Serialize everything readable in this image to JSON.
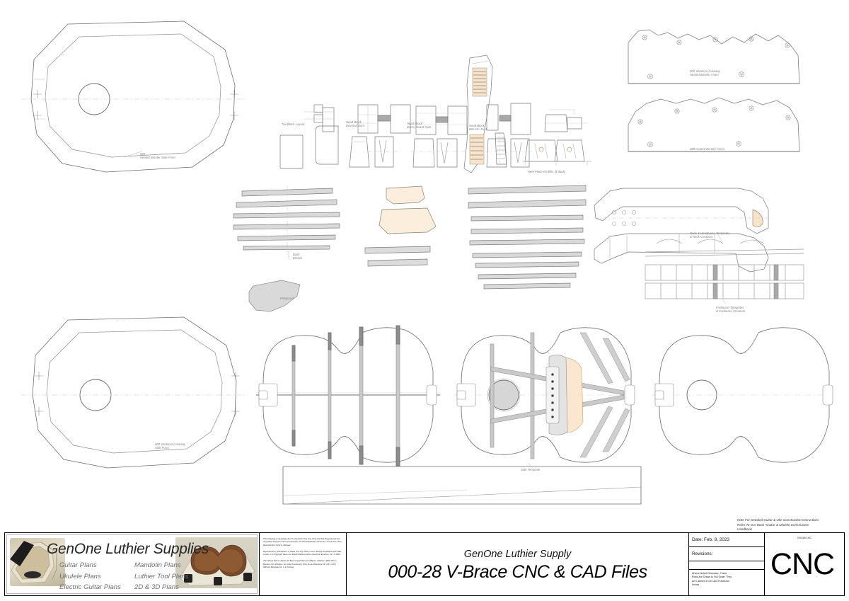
{
  "sheet": {
    "title": "000-28 V-Brace CNC & CAD Files",
    "company": "GenOne Luthier Supply",
    "note": "Note For Detailed Guitar & Uke Construction Instructions\nRefer To Our Book \"Guitar & Ukulele Construction\nHandbook",
    "date_label": "Date: Feb. 9, 2023",
    "revisions_label": "Revisions:",
    "revisions_value": "",
    "scale_note": "Unless Noted Otherwise, These\nPlans Are Drawn to Full Scale. They\nAre Labeled in mm and Fractional\nInches",
    "part_number": "00028VCNC",
    "cnc_label": "CNC"
  },
  "logo": {
    "brand": "GenOne Luthier Supplies",
    "column_a": "Guitar Plans\nUkulele Plans\nElectric Guitar Plans",
    "column_b": "Mandolin Plans\nLuthier Tool Plans\n2D & 3D Plans"
  },
  "legal": {
    "p1": "This Drawing or Drawings Are To Used For One Use Only And Not Reproduced For Any Other Purpose Then Construction Of This Particular Instrument, and a One Time Reproduction Only is Allowed",
    "p2": "Reproduction, Distribution or Sales For Any Other Use Is Strictly Prohibited And Falls Under U.S Copyright Laws For David Vielburg Ad4 & GenOne Services, inc.  © 2019",
    "p3": "This Sheet Size Is Metric A0 Size Overall Size is 1189mm x 841mm With 15mm Borders On All Sides. For USA Customers Print On Architectural \"E\" (36\" x 48\") Without Resizing For 1:1 Printout."
  },
  "drawing_labels": {
    "bender_side_form": "000\nHeated Bender Side Form",
    "venetian_side_form": "000 Venetian Cutaway\nSide Form",
    "venetian_bender_insert": "000 Venetian Cutaway\nHeated Bender Insert",
    "bender_insert": "000 Heated Bender Insert",
    "tail_block_layout": "Tail Block Layout",
    "head_block_dovetail": "Head Block\nDovetail Joint",
    "head_block_brass_dowel": "Head Block\nBrass Dowel Joint",
    "head_block_bolt_on": "Head Block\nBolt-On Joint",
    "heel_piece_profiles": "Heel Piece Profiles @ Body",
    "back_braces": "Back\nBraces",
    "pickguard": "Pickguard",
    "neck_templates": "Neck & Headpiece Templates\n& Neck Contours",
    "fretboard_templates": "Fretboard Templates\n& Fretboard Contours",
    "side_template": "Side Template"
  },
  "colors": {
    "line": "#6d6d6d",
    "line_light": "#b5b5b5",
    "fill_grey": "#d8d8d8",
    "fill_wood": "#f7e2c8",
    "fill_rosette": "#fbead3",
    "border": "#000000",
    "annotation": "#7d7d7d"
  }
}
